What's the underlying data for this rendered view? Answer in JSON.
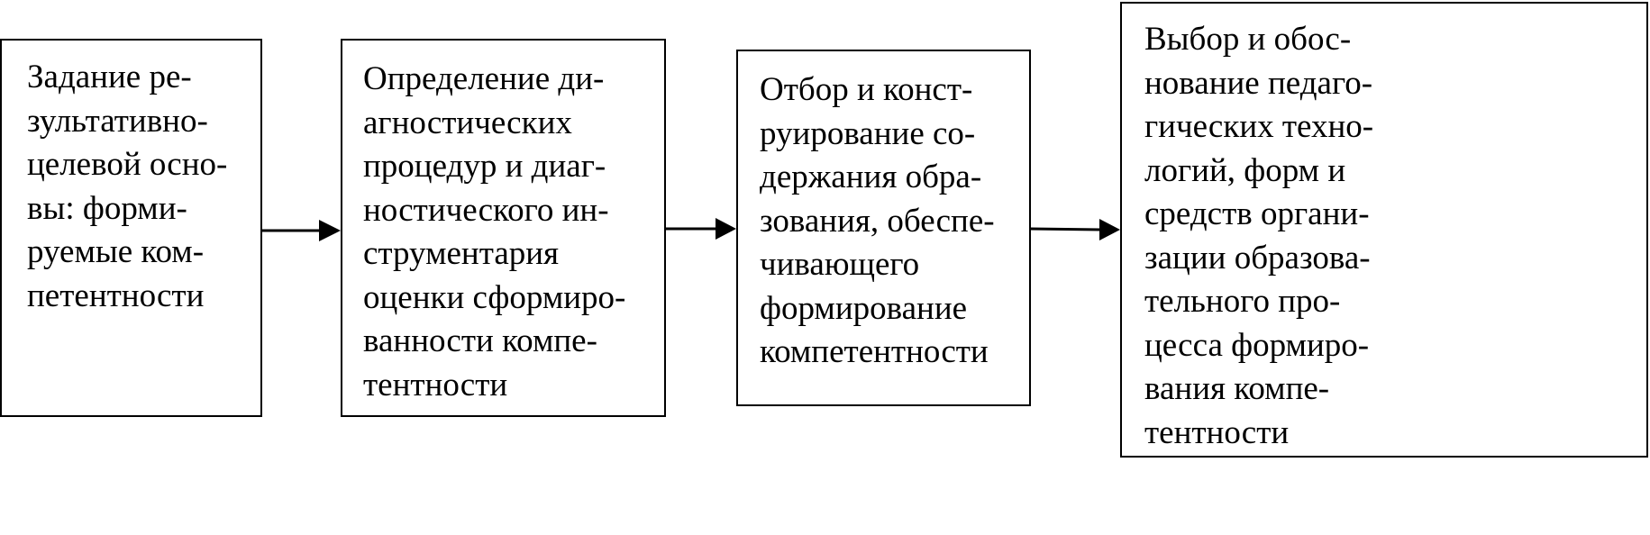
{
  "steps": [
    {
      "lines": [
        "Задание ре-",
        "зультативно-",
        "целевой осно-",
        "вы: форми-",
        "руемые ком-",
        "петентности"
      ]
    },
    {
      "lines": [
        "Определение ди-",
        "агностических",
        "процедур и диаг-",
        "ностического ин-",
        "струментария",
        "оценки сформиро-",
        "ванности компе-",
        "тентности"
      ]
    },
    {
      "lines": [
        "Отбор и конст-",
        "руирование со-",
        "держания обра-",
        "зования, обеспе-",
        "чивающего",
        "формирование",
        "компетентности"
      ]
    },
    {
      "lines": [
        "Выбор и обос-",
        "нование педаго-",
        "гических техно-",
        "логий, форм и",
        "средств органи-",
        "зации образова-",
        "тельного про-",
        "цесса формиро-",
        "вания компе-",
        "тентности"
      ]
    }
  ],
  "colors": {
    "stroke": "#000000",
    "background": "#ffffff"
  }
}
